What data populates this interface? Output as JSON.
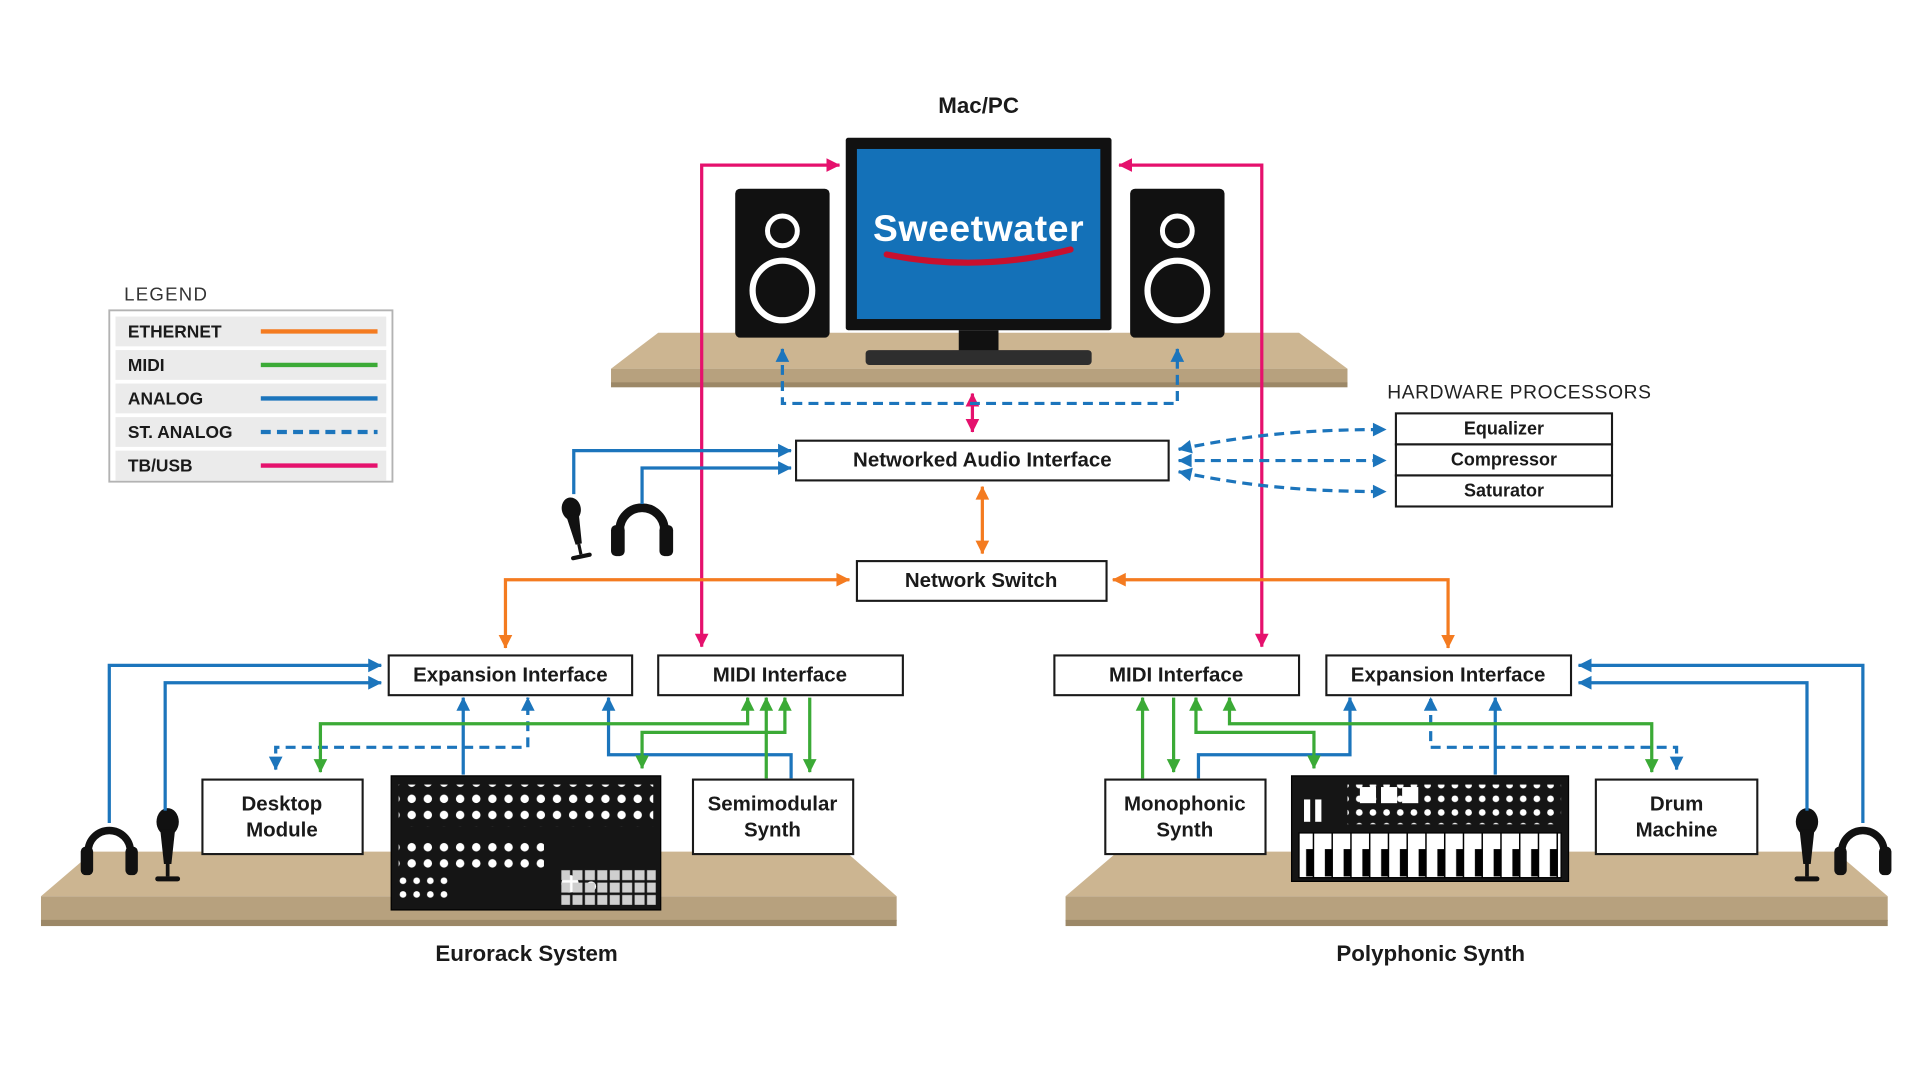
{
  "colors": {
    "ethernet": "#F47B20",
    "midi": "#3BAA36",
    "analog": "#1C75BC",
    "tbusb": "#E5116D",
    "screen": "#1471B8",
    "swoosh": "#C8102E",
    "desk_top": "#CCB591",
    "desk_front": "#B7A17E",
    "desk_edge": "#9C8867"
  },
  "legend": {
    "title": "LEGEND",
    "items": [
      {
        "label": "ETHERNET",
        "color": "#F47B20",
        "line": "solid"
      },
      {
        "label": "MIDI",
        "color": "#3BAA36",
        "line": "solid"
      },
      {
        "label": "ANALOG",
        "color": "#1C75BC",
        "line": "solid"
      },
      {
        "label": "ST. ANALOG",
        "color": "#1C75BC",
        "line": "dashed"
      },
      {
        "label": "TB/USB",
        "color": "#E5116D",
        "line": "solid"
      }
    ]
  },
  "computer": {
    "title": "Mac/PC",
    "brand": "Sweetwater"
  },
  "nodes": {
    "audio_interface": "Networked Audio Interface",
    "network_switch": "Network Switch",
    "expansion_interface_left": "Expansion Interface",
    "midi_interface_left": "MIDI Interface",
    "midi_interface_right": "MIDI Interface",
    "expansion_interface_right": "Expansion Interface",
    "desktop_module": {
      "line1": "Desktop",
      "line2": "Module"
    },
    "semimodular_synth": {
      "line1": "Semimodular",
      "line2": "Synth"
    },
    "monophonic_synth": {
      "line1": "Monophonic",
      "line2": "Synth"
    },
    "drum_machine": {
      "line1": "Drum",
      "line2": "Machine"
    }
  },
  "hardware_processors": {
    "title": "HARDWARE PROCESSORS",
    "items": [
      "Equalizer",
      "Compressor",
      "Saturator"
    ]
  },
  "stations": {
    "left": "Eurorack System",
    "right": "Polyphonic Synth"
  }
}
